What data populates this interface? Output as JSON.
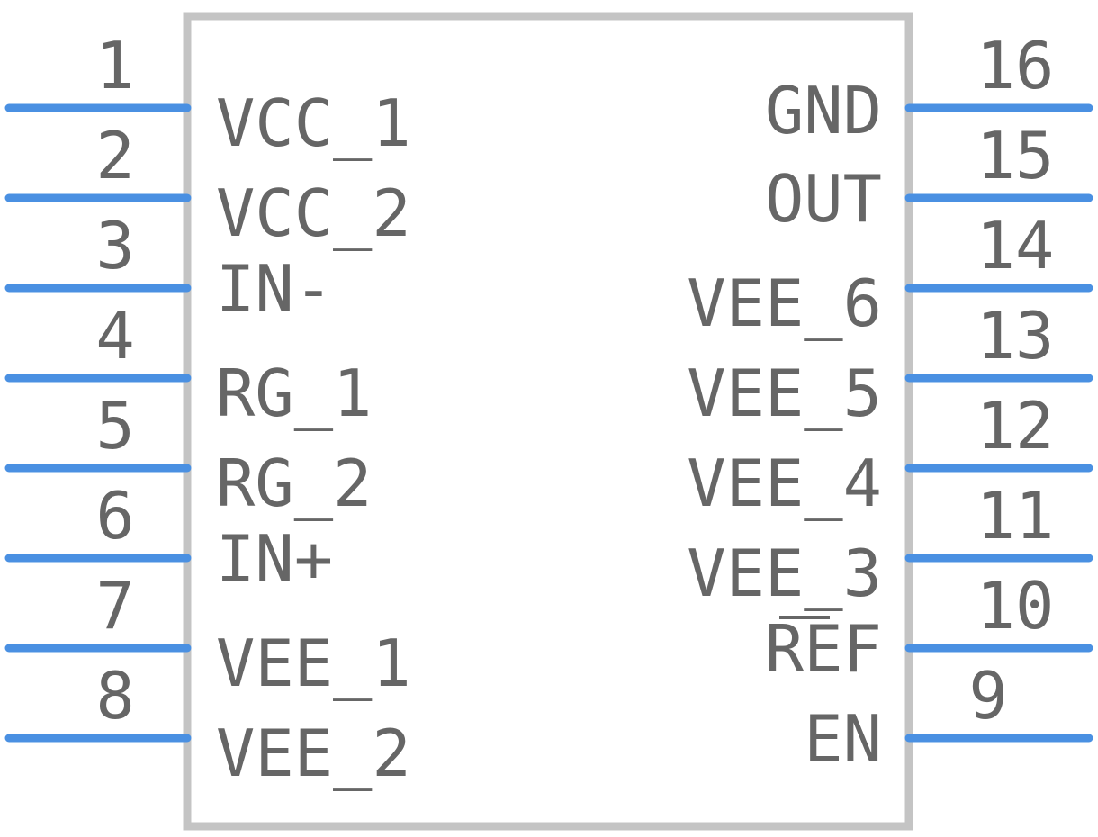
{
  "colors": {
    "pin": "#4A90E2",
    "outline": "#C4C4C4",
    "text": "#666666"
  },
  "left_pins": [
    {
      "number": "1",
      "name": "VCC_1"
    },
    {
      "number": "2",
      "name": "VCC_2"
    },
    {
      "number": "3",
      "name": "IN-"
    },
    {
      "number": "4",
      "name": "RG_1"
    },
    {
      "number": "5",
      "name": "RG_2"
    },
    {
      "number": "6",
      "name": "IN+"
    },
    {
      "number": "7",
      "name": "VEE_1"
    },
    {
      "number": "8",
      "name": "VEE_2"
    }
  ],
  "right_pins": [
    {
      "number": "16",
      "name": "GND"
    },
    {
      "number": "15",
      "name": "OUT"
    },
    {
      "number": "14",
      "name": "VEE_6"
    },
    {
      "number": "13",
      "name": "VEE_5"
    },
    {
      "number": "12",
      "name": "VEE_4"
    },
    {
      "number": "11",
      "name": "VEE_3"
    },
    {
      "number": "10",
      "name": "REF"
    },
    {
      "number": "9",
      "name": "EN"
    }
  ]
}
